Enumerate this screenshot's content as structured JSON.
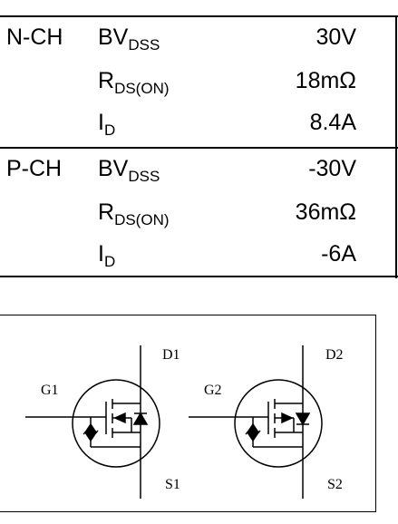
{
  "n_channel": {
    "label": "N-CH",
    "rows": [
      {
        "symbol": "BV",
        "sub": "DSS",
        "value": "30V"
      },
      {
        "symbol": "R",
        "sub": "DS(ON)",
        "value": "18mΩ"
      },
      {
        "symbol": "I",
        "sub": "D",
        "value": "8.4A"
      }
    ]
  },
  "p_channel": {
    "label": "P-CH",
    "rows": [
      {
        "symbol": "BV",
        "sub": "DSS",
        "value": "-30V"
      },
      {
        "symbol": "R",
        "sub": "DS(ON)",
        "value": "36mΩ"
      },
      {
        "symbol": "I",
        "sub": "D",
        "value": "-6A"
      }
    ]
  },
  "schematic": {
    "g1": "G1",
    "d1": "D1",
    "s1": "S1",
    "g2": "G2",
    "d2": "D2",
    "s2": "S2"
  }
}
